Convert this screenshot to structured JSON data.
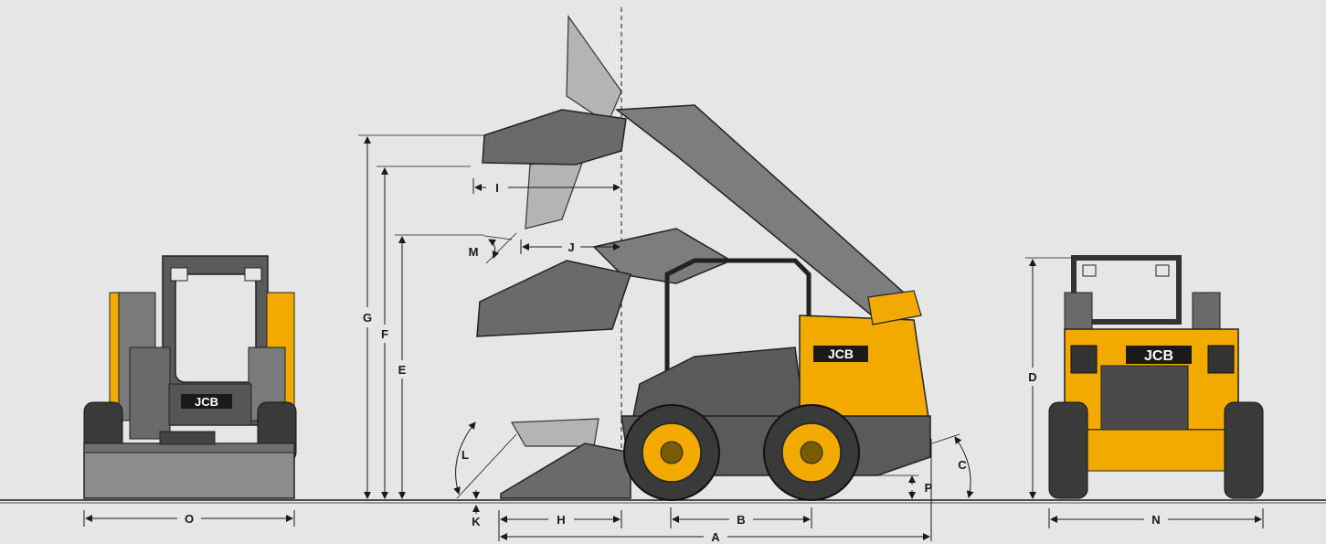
{
  "colors": {
    "background": "#e6e6e6",
    "machine_yellow": "#f2a900",
    "machine_dark": "#4a4a4a",
    "machine_grey": "#8c8c8c",
    "ghost_grey": "#b4b4b4",
    "ink": "#1a1a1a"
  },
  "brand": {
    "logo": "JCB"
  },
  "dimensions": {
    "A": "A",
    "B": "B",
    "C": "C",
    "D": "D",
    "E": "E",
    "F": "F",
    "G": "G",
    "H": "H",
    "I": "I",
    "J": "J",
    "K": "K",
    "L": "L",
    "M": "M",
    "N": "N",
    "O": "O",
    "P": "P"
  }
}
